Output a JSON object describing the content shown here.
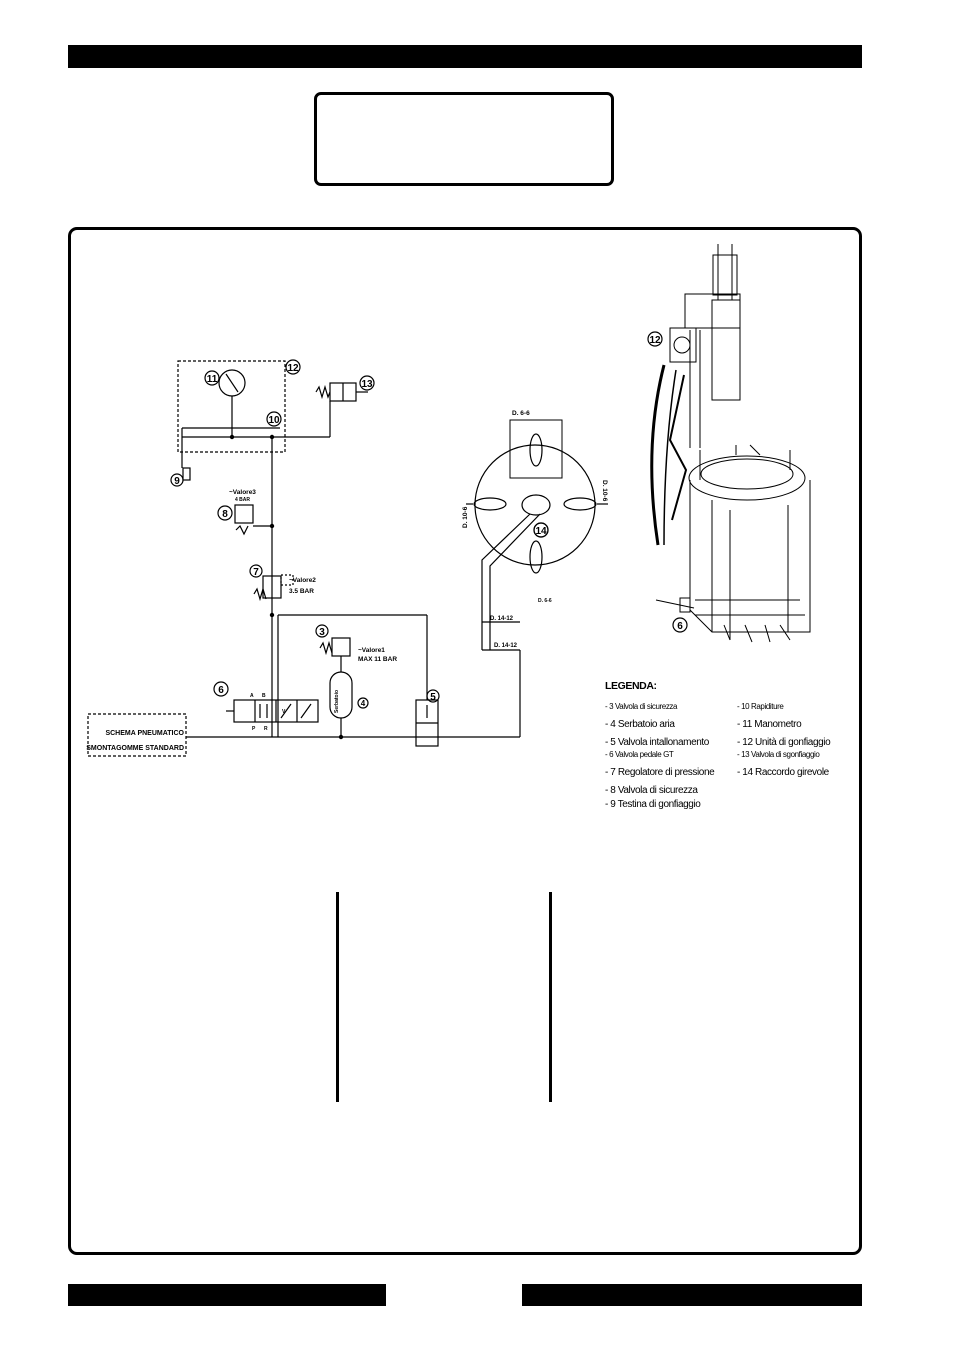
{
  "legend": {
    "title": "LEGENDA:",
    "left": [
      "- 3  Valvola di sicurezza",
      "- 4  Serbatoio aria",
      "- 5  Valvola intallonamento",
      "- 6  Valvola pedale GT",
      "- 7  Regolatore di pressione",
      "- 8  Valvola di sicurezza",
      "- 9  Testina di gonfiaggio"
    ],
    "right": [
      "- 10  Rapiditure",
      "- 11  Manometro",
      "- 12  Unità di gonfiaggio",
      "- 13  Valvola di sgonfiaggio",
      "- 14  Raccordo girevole"
    ]
  },
  "schema_box": {
    "line1": "SCHEMA PNEUMATICO",
    "line2": "SMONTAGOMME STANDARD"
  },
  "labels": {
    "valve8": "~Valore3",
    "valve8_sub": "4 BAR",
    "valve7": "~Valore2",
    "valve7_sub": "3.5 BAR",
    "valve3": "~Valore1",
    "valve3_sub": "MAX 11 BAR",
    "tank": "Serbatoio",
    "d_top": "D. 6-6",
    "d_left": "D. 10-6",
    "d_right": "D. 10-6",
    "d_bottom": "D. 6-6",
    "d_line1": "D. 14-12",
    "d_line2": "D. 14-12",
    "port_p": "P",
    "port_r": "R",
    "port_a": "A",
    "port_b": "B",
    "port_v": "V"
  },
  "markers": {
    "m3": "3",
    "m4": "4",
    "m5": "5",
    "m6": "6",
    "m7": "7",
    "m8": "8",
    "m9": "9",
    "m10": "10",
    "m11": "11",
    "m12": "12",
    "m13": "13",
    "m14": "14",
    "mach12": "12",
    "mach6": "6"
  }
}
